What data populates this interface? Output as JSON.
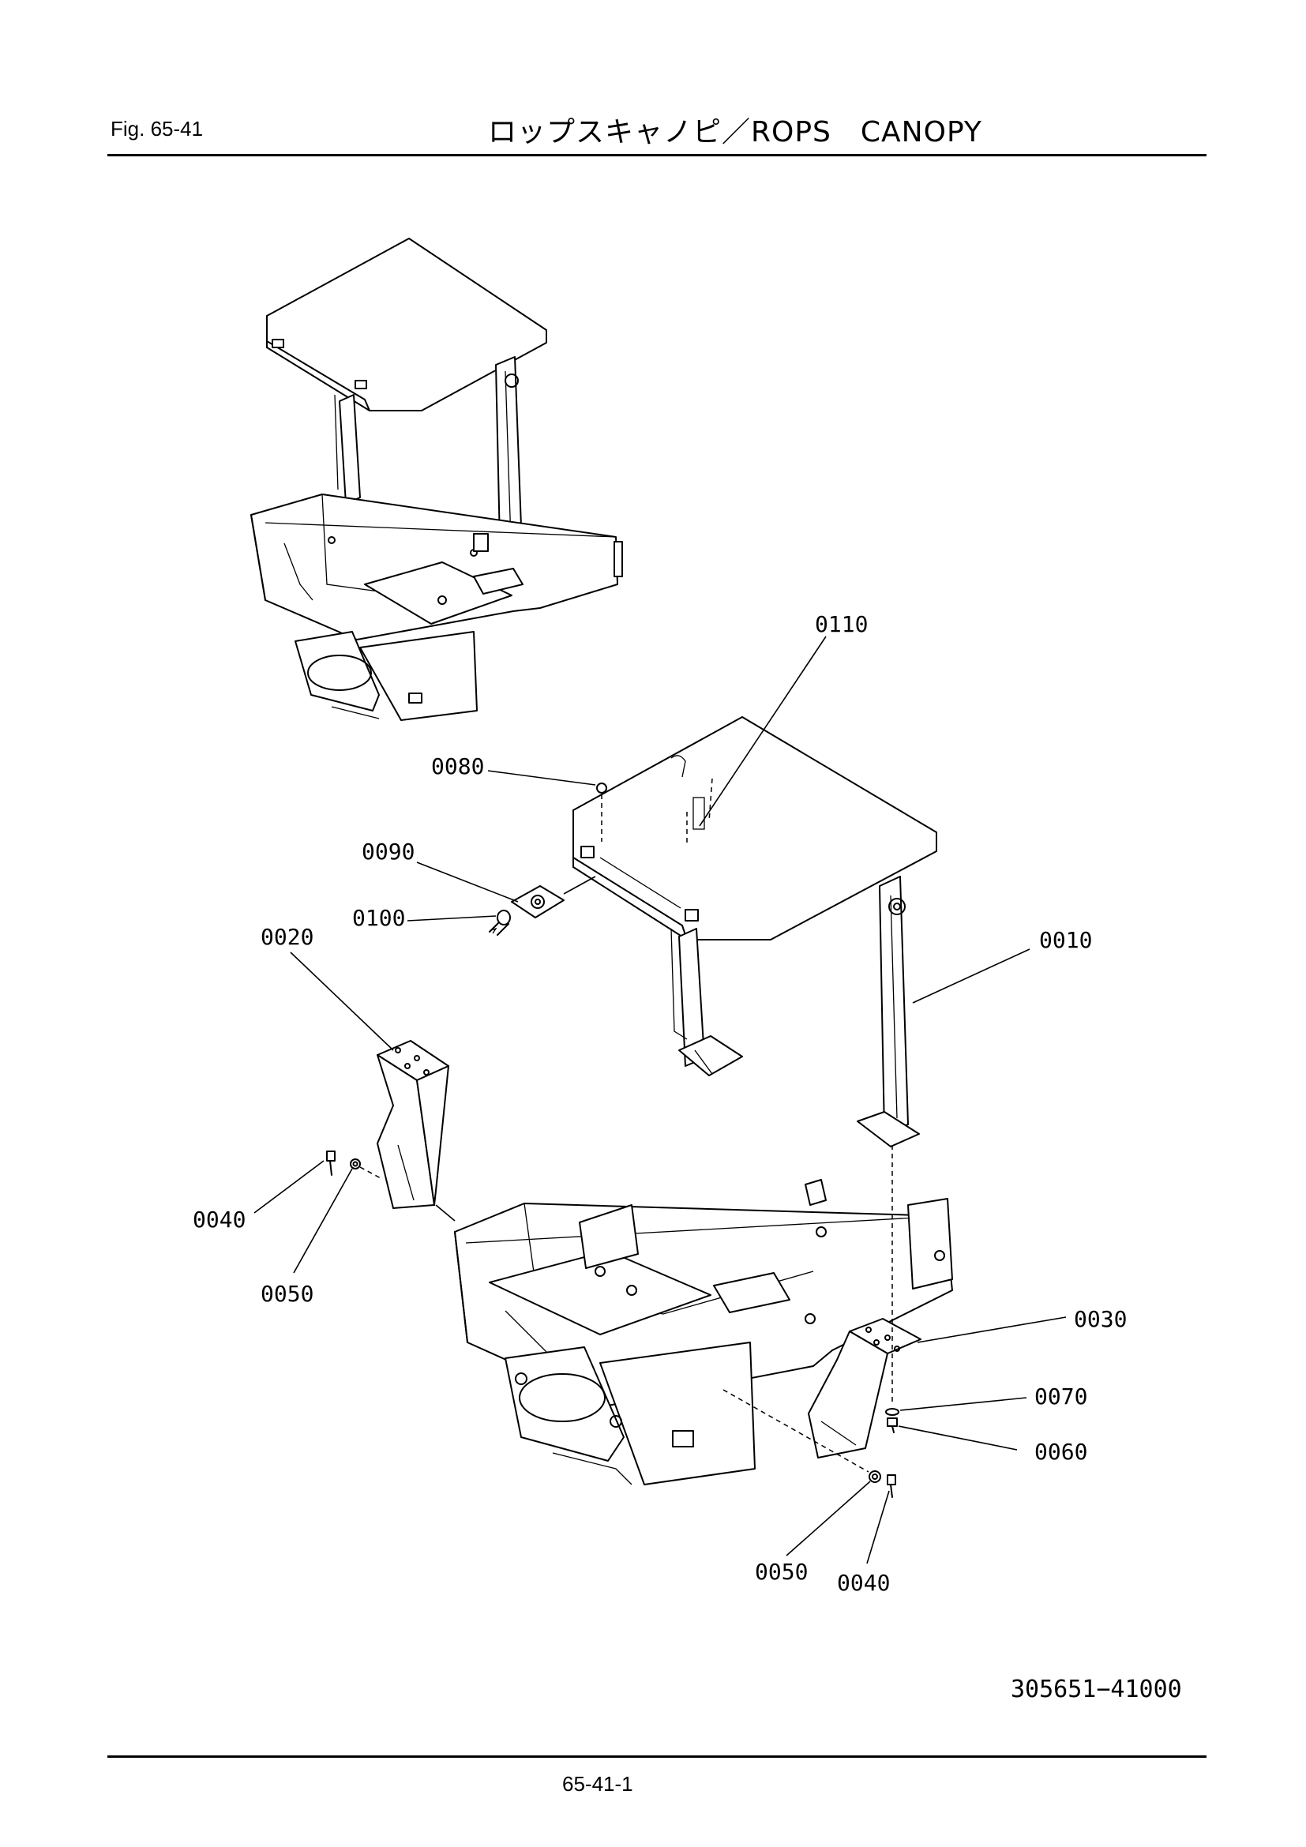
{
  "header": {
    "figure_label": "Fig.  65-41",
    "title": "ロップスキャノピ／ROPS　CANOPY"
  },
  "footer": {
    "drawing_number": "305651−41000",
    "page_number": "65-41-1"
  },
  "callouts": [
    {
      "id": "0110",
      "label": "0110"
    },
    {
      "id": "0080",
      "label": "0080"
    },
    {
      "id": "0090",
      "label": "0090"
    },
    {
      "id": "0100",
      "label": "0100"
    },
    {
      "id": "0020",
      "label": "0020"
    },
    {
      "id": "0010",
      "label": "0010"
    },
    {
      "id": "0040a",
      "label": "0040"
    },
    {
      "id": "0050a",
      "label": "0050"
    },
    {
      "id": "0030",
      "label": "0030"
    },
    {
      "id": "0070",
      "label": "0070"
    },
    {
      "id": "0060",
      "label": "0060"
    },
    {
      "id": "0050b",
      "label": "0050"
    },
    {
      "id": "0040b",
      "label": "0040"
    }
  ]
}
